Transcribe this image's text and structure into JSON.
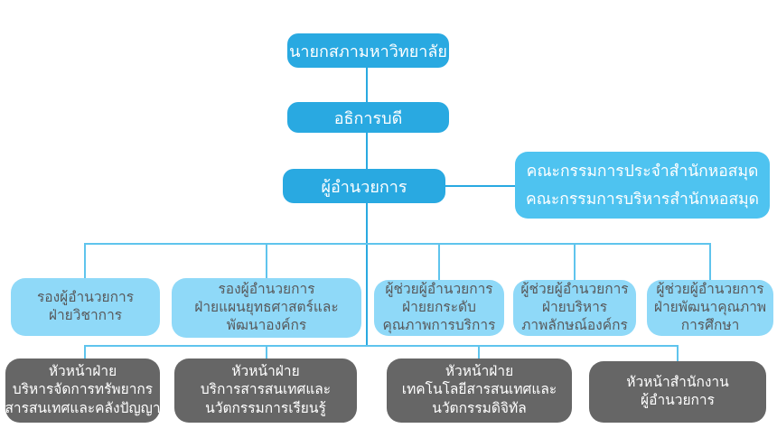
{
  "chart_type": "org-chart",
  "nodes": {
    "president_council": {
      "label": "นายกสภามหาวิทยาลัย"
    },
    "rector": {
      "label": "อธิการบดี"
    },
    "director": {
      "label": "ผู้อำนวยการ"
    },
    "committee": {
      "line1": "คณะกรรมการประจำสำนักหอสมุด",
      "line2": "คณะกรรมการบริหารสำนักหอสมุด"
    },
    "deputies": [
      {
        "line1": "รองผู้อำนวยการ",
        "line2": "ฝ่ายวิชาการ"
      },
      {
        "line1": "รองผู้อำนวยการ",
        "line2": "ฝ่ายแผนยุทธศาสตร์และ",
        "line3": "พัฒนาองค์กร"
      },
      {
        "line1": "ผู้ช่วยผู้อำนวยการ",
        "line2": "ฝ่ายยกระดับ",
        "line3": "คุณภาพการบริการ"
      },
      {
        "line1": "ผู้ช่วยผู้อำนวยการ",
        "line2": "ฝ่ายบริหาร",
        "line3": "ภาพลักษณ์องค์กร"
      },
      {
        "line1": "ผู้ช่วยผู้อำนวยการ",
        "line2": "ฝ่ายพัฒนาคุณภาพ",
        "line3": "การศึกษา"
      }
    ],
    "heads": [
      {
        "line1": "หัวหน้าฝ่าย",
        "line2": "บริหารจัดการทรัพยากร",
        "line3": "สารสนเทศและคลังปัญญา"
      },
      {
        "line1": "หัวหน้าฝ่าย",
        "line2": "บริการสารสนเทศและ",
        "line3": "นวัตกรรมการเรียนรู้"
      },
      {
        "line1": "หัวหน้าฝ่าย",
        "line2": "เทคโนโลยีสารสนเทศและ",
        "line3": "นวัตกรรมดิจิทัล"
      },
      {
        "line1": "หัวหน้าสำนักงาน",
        "line2": "ผู้อำนวยการ"
      }
    ]
  },
  "colors": {
    "primary_blue": "#29A9E1",
    "committee_blue": "#4EC3F0",
    "light_blue": "#8FD9F8",
    "dark_gray": "#666666",
    "line_blue": "#5FC4ED",
    "text_dark": "#58595B",
    "text_white": "#FFFFFF"
  }
}
